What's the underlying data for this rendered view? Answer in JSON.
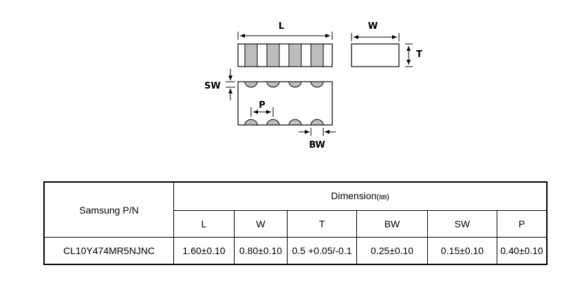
{
  "drawing": {
    "labels": {
      "L": "L",
      "W": "W",
      "T": "T",
      "SW": "SW",
      "P": "P",
      "BW": "BW"
    }
  },
  "table": {
    "part_header": "Samsung P/N",
    "dimension_header": "Dimension",
    "dimension_unit": "(㎜)",
    "columns": [
      "L",
      "W",
      "T",
      "BW",
      "SW",
      "P"
    ],
    "rows": [
      {
        "part": "CL10Y474MR5NJNC",
        "values": [
          "1.60±0.10",
          "0.80±0.10",
          "0.5 +0.05/-0.1",
          "0.25±0.10",
          "0.15±0.10",
          "0.40±0.10"
        ]
      }
    ]
  }
}
